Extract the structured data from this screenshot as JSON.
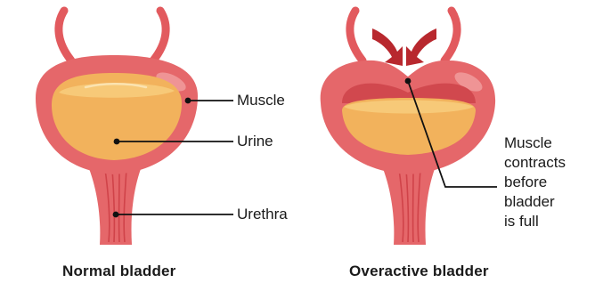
{
  "labels": {
    "muscle": "Muscle",
    "urine": "Urine",
    "urethra": "Urethra",
    "contracts_line1": "Muscle",
    "contracts_line2": "contracts",
    "contracts_line3": "before",
    "contracts_line4": "bladder",
    "contracts_line5": "is full"
  },
  "captions": {
    "normal": "Normal bladder",
    "overactive": "Overactive bladder"
  },
  "colors": {
    "bladder_wall": "#e5676a",
    "bladder_wall_dark": "#d1484e",
    "ureter": "#e25a5e",
    "urine": "#f2b25c",
    "urine_light": "#f7c978",
    "urethra_stripe": "#c9373f",
    "arrow": "#b8282e",
    "leader_line": "#111111",
    "text": "#1a1a1a"
  }
}
